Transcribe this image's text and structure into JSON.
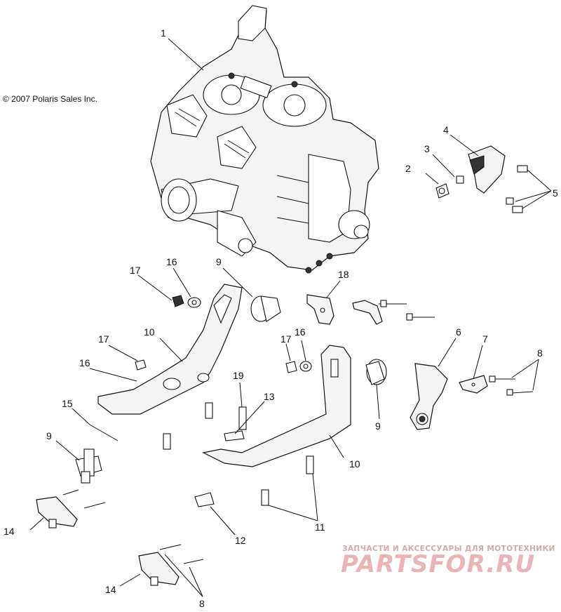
{
  "copyright": "© 2007 Polaris Sales Inc.",
  "watermark": {
    "line1": "ЗАПЧАСТИ И АКСЕССУАРЫ ДЛЯ МОТОТЕХНИКИ",
    "line2": "PARTSFOR.RU"
  },
  "callouts": {
    "c1": "1",
    "c2": "2",
    "c3": "3",
    "c4": "4",
    "c5": "5",
    "c6": "6",
    "c7": "7",
    "c8a": "8",
    "c8b": "8",
    "c9a": "9",
    "c9b": "9",
    "c9c": "9",
    "c10a": "10",
    "c10b": "10",
    "c11": "11",
    "c12": "12",
    "c13": "13",
    "c14a": "14",
    "c14b": "14",
    "c15": "15",
    "c16a": "16",
    "c16b": "16",
    "c16c": "16",
    "c17a": "17",
    "c17b": "17",
    "c17c": "17",
    "c18": "18",
    "c19": "19"
  }
}
